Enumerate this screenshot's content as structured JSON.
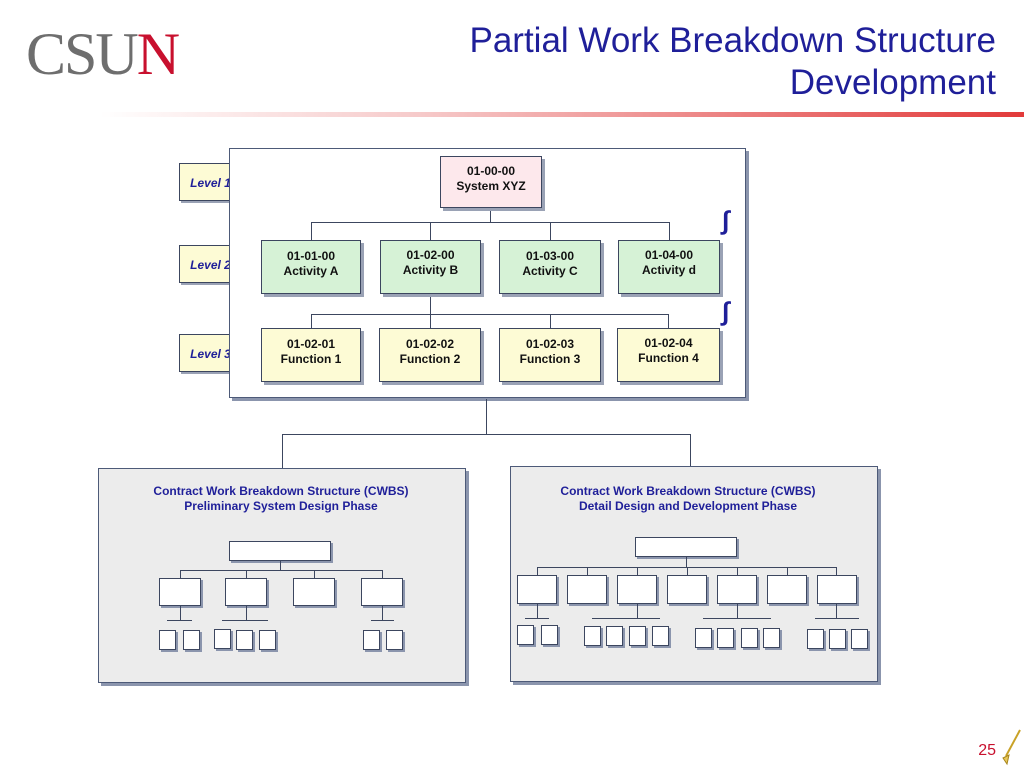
{
  "header": {
    "logo": {
      "part1": "CSU",
      "part2": "N"
    },
    "title_line1": "Partial Work Breakdown Structure",
    "title_line2": "Development"
  },
  "levels": [
    "Level 1",
    "Level 2",
    "Level 3"
  ],
  "wbs": {
    "root": {
      "code": "01-00-00",
      "name": "System XYZ"
    },
    "activities": [
      {
        "code": "01-01-00",
        "name": "Activity A"
      },
      {
        "code": "01-02-00",
        "name": "Activity B"
      },
      {
        "code": "01-03-00",
        "name": "Activity C"
      },
      {
        "code": "01-04-00",
        "name": "Activity d"
      }
    ],
    "functions": [
      {
        "code": "01-02-01",
        "name": "Function 1"
      },
      {
        "code": "01-02-02",
        "name": "Function 2"
      },
      {
        "code": "01-02-03",
        "name": "Function 3"
      },
      {
        "code": "01-02-04",
        "name": "Function 4"
      }
    ]
  },
  "cwbs": {
    "left": {
      "line1": "Contract Work Breakdown Structure (CWBS)",
      "line2": "Preliminary System Design Phase"
    },
    "right": {
      "line1": "Contract Work Breakdown Structure (CWBS)",
      "line2": "Detail Design and Development Phase"
    }
  },
  "footer": {
    "page_number": "25"
  },
  "colors": {
    "title": "#1f1f99",
    "accent": "#c8102e",
    "level2_fill": "#d6f2d6",
    "level3_fill": "#fdfbd5",
    "root_fill": "#fde8ec"
  }
}
